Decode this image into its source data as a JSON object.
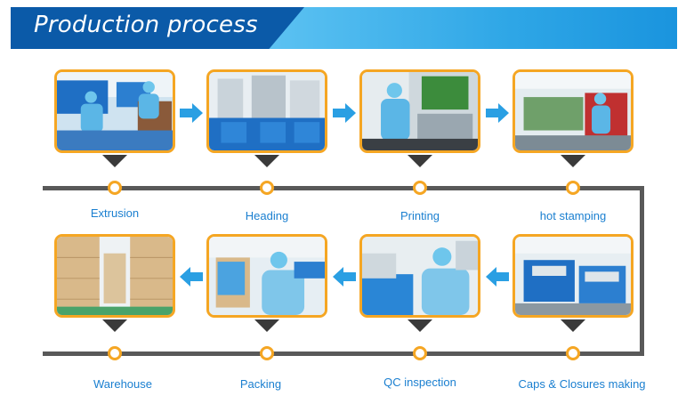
{
  "banner": {
    "title": "Production process"
  },
  "steps": [
    {
      "label": "Extrusion"
    },
    {
      "label": "Heading"
    },
    {
      "label": "Printing"
    },
    {
      "label": "hot stamping"
    },
    {
      "label": "Caps & Closures making"
    },
    {
      "label": "QC inspection"
    },
    {
      "label": "Packing"
    },
    {
      "label": "Warehouse"
    }
  ],
  "colors": {
    "accent": "#f5a623",
    "label": "#1a7fd0",
    "track": "#595959",
    "banner_dark": "#0b5aa8",
    "banner_light": "#2ea6e6"
  }
}
